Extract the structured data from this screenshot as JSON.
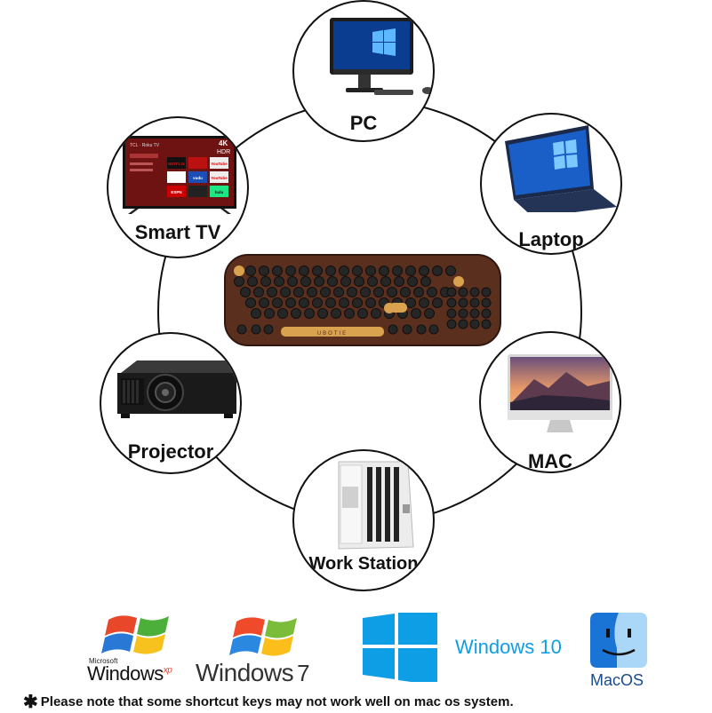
{
  "devices": {
    "pc": "PC",
    "laptop": "Laptop",
    "smart_tv": "Smart TV",
    "projector": "Projector",
    "mac": "MAC",
    "work_station": "Work Station"
  },
  "keyboard": {
    "brand": "UBOTIE"
  },
  "os": {
    "winxp_small": "Microsoft",
    "winxp_main": "Windows",
    "winxp_suffix": "xp",
    "win7": "Windows",
    "win7_version": "7",
    "win10": "Windows 10",
    "macos": "MacOS"
  },
  "tv": {
    "brand": "TCL · Roku TV",
    "badge_4k": "4K",
    "badge_hdr": "HDR",
    "apps": [
      "NETFLIX",
      "",
      "YouTube",
      "",
      "vudu",
      "YouTube",
      "ESPN",
      "",
      "hulu"
    ]
  },
  "note": "Please note  that some shortcut keys may not work well on mac os system.",
  "colors": {
    "keyboard_body": "#5a2f1e",
    "keyboard_keys": "#262626",
    "keyboard_accent": "#d9a24f",
    "win10_blue": "#0d9ee6",
    "mac_blue": "#1a74d6"
  }
}
